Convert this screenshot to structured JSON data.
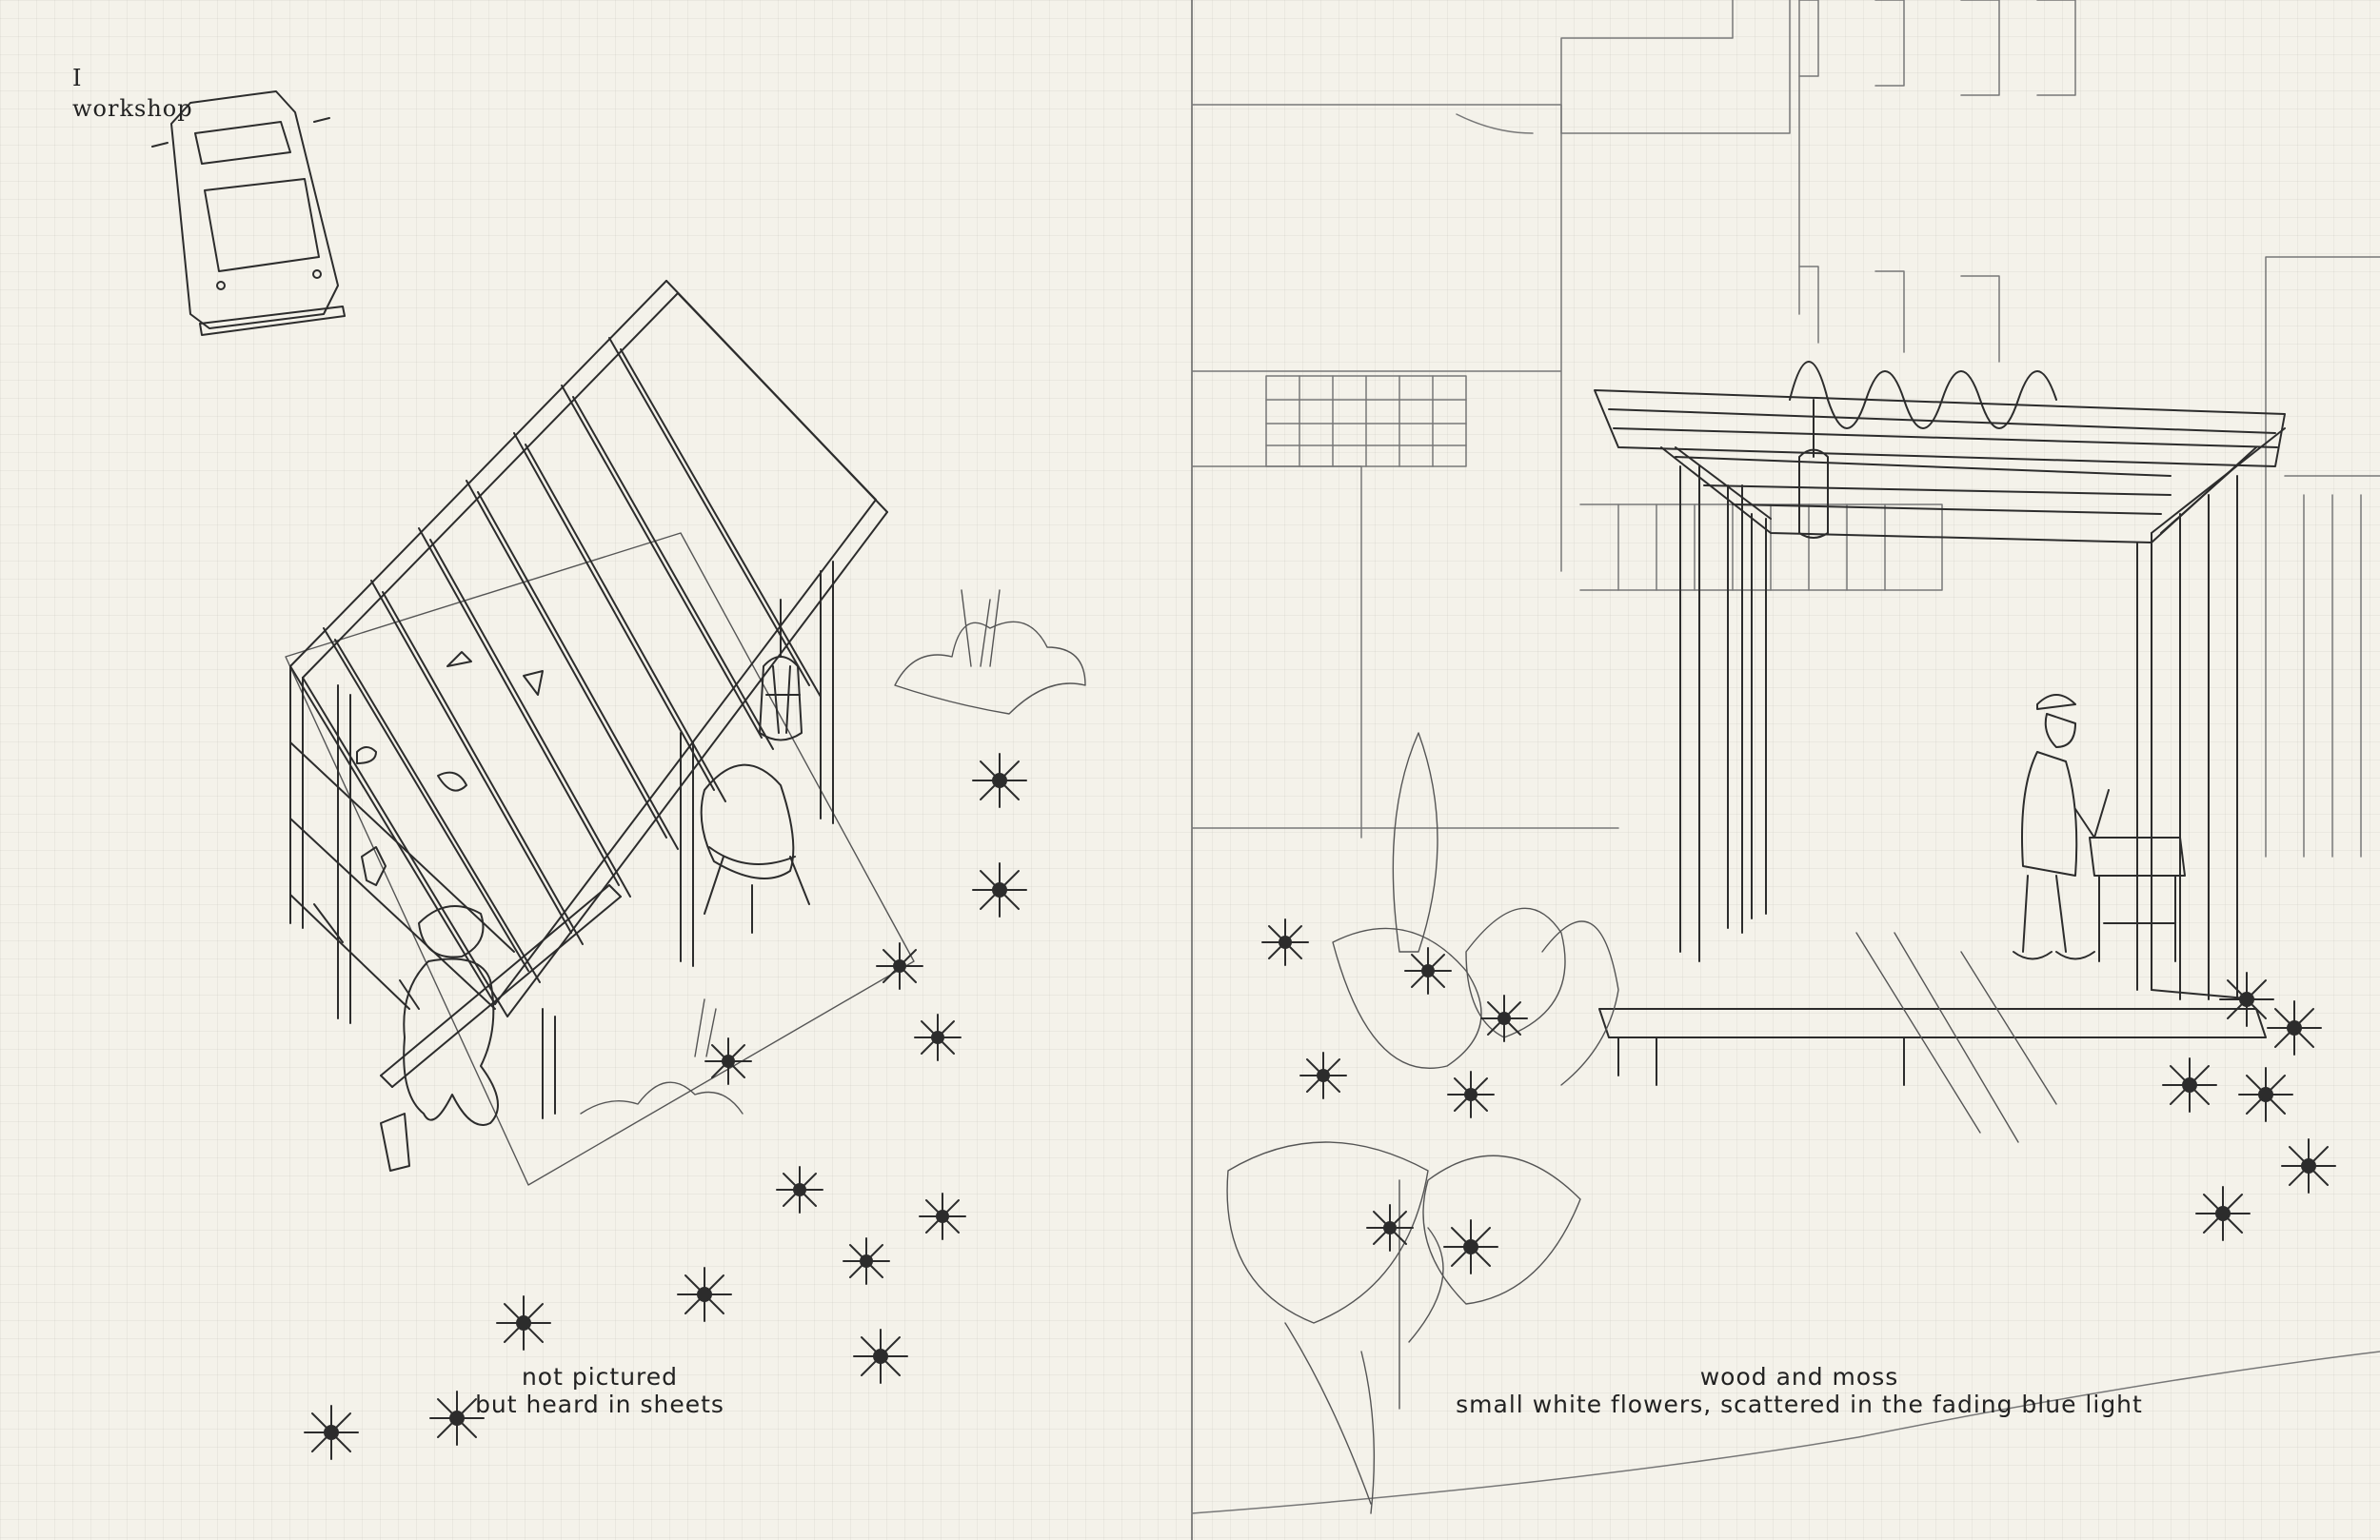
{
  "left_page": {
    "chapter_numeral": "I",
    "chapter_title": "workshop",
    "caption_line_1": "not pictured",
    "caption_line_2": "but heard in sheets"
  },
  "right_page": {
    "caption_line_1": "wood and moss",
    "caption_line_2": "small white flowers, scattered in the fading blue light"
  }
}
